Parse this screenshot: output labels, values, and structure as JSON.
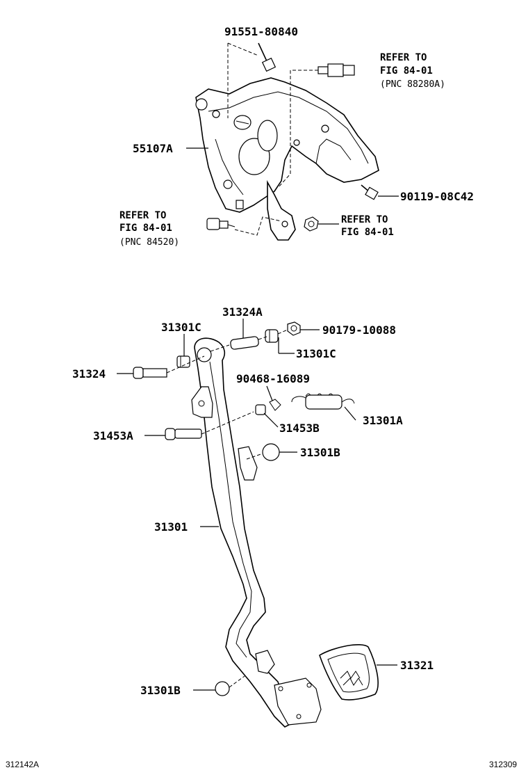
{
  "labels": {
    "p91551": "91551-80840",
    "refer_top_1": "REFER TO",
    "refer_top_2": "FIG 84-01",
    "refer_top_3": "(PNC 88280A)",
    "p55107A": "55107A",
    "p90119": "90119-08C42",
    "refer_left_1": "REFER TO",
    "refer_left_2": "FIG 84-01",
    "refer_left_3": "(PNC 84520)",
    "refer_right_1": "REFER TO",
    "refer_right_2": "FIG 84-01",
    "p31324A": "31324A",
    "p31301C_a": "31301C",
    "p90179": "90179-10088",
    "p31301C_b": "31301C",
    "p31324": "31324",
    "p90468": "90468-16089",
    "p31301A": "31301A",
    "p31453B": "31453B",
    "p31453A": "31453A",
    "p31301B_a": "31301B",
    "p31301": "31301",
    "p31321": "31321",
    "p31301B_b": "31301B",
    "corner_left": "312142A",
    "corner_right": "312309"
  }
}
